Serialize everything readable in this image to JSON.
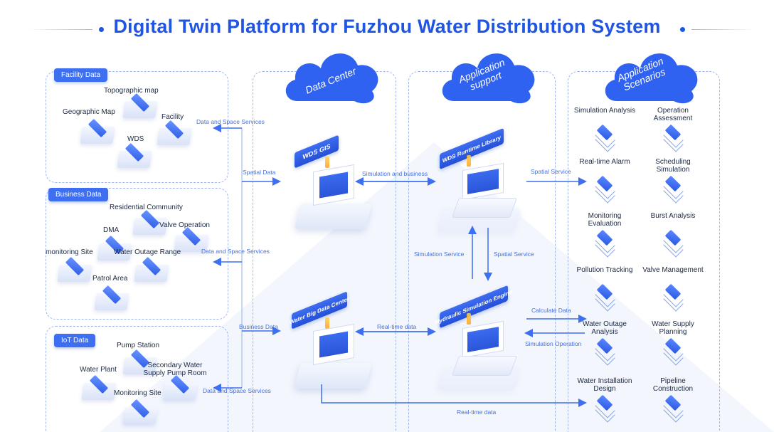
{
  "title": "Digital Twin Platform for Fuzhou Water Distribution System",
  "panels": {
    "facility": {
      "header": "Facility Data",
      "items": [
        "Topographic map",
        "Geographic Map",
        "Facility",
        "WDS"
      ]
    },
    "business": {
      "header": "Business Data",
      "items": [
        "Residential Community",
        "DMA",
        "Valve Operation",
        "monitoring Site",
        "Water Outage Range",
        "Patrol Area"
      ]
    },
    "iot": {
      "header": "IoT Data",
      "items": [
        "Pump Station",
        "Water Plant",
        "Secondary Water Supply Pump Room",
        "Monitoring Site"
      ]
    }
  },
  "clouds": {
    "data_center": "Data Center",
    "app_support": "Application support",
    "app_scenarios": "Application Scenarios"
  },
  "nodes": {
    "wds_gis": "WDS GIS",
    "big_data": "Water Big Data Center",
    "runtime": "WDS Runtime Library",
    "engine": "Hydraulic Simulation Engine"
  },
  "flows": {
    "ds1": "Data and Space Services",
    "ds2": "Data and Space Services",
    "ds3": "Data and Space Services",
    "spatial_data": "Spatial Data",
    "business_data": "Business Data",
    "sim_business": "Simulation and business",
    "realtime1": "Real-time data",
    "realtime2": "Real-time data",
    "sim_service": "Simulation Service",
    "spatial_service_mid": "Spatial Service",
    "spatial_service_right": "Spatial Service",
    "calculate": "Calculate Data",
    "sim_operation": "Simulation Operation"
  },
  "scenarios": [
    "Simulation Analysis",
    "Operation Assessment",
    "Real-time Alarm",
    "Scheduling Simulation",
    "Monitoring Evaluation",
    "Burst Analysis",
    "Pollution Tracking",
    "Valve Management",
    "Water Outage Analysis",
    "Water Supply Planning",
    "Water Installation Design",
    "Pipeline Construction"
  ],
  "colors": {
    "accent": "#1f55e0",
    "panel_border": "#9db5ec",
    "arrow": "#3d6ff0"
  }
}
